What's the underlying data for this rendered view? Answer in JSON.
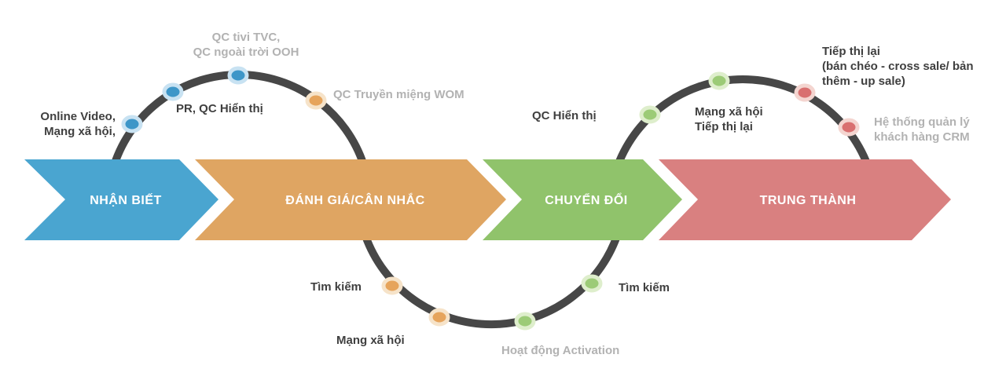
{
  "diagram": {
    "background": "#FFFFFF",
    "path_color": "#474747",
    "text_colors": {
      "dark": "#3F3F3F",
      "muted": "#B2B2B2"
    },
    "stages": [
      {
        "id": "nhan-biet",
        "label": "NHẬN BIẾT",
        "color": "#4AA5D0",
        "text_color": "#FFFFFF"
      },
      {
        "id": "danh-gia-can-nhac",
        "label": "ĐÁNH GIÁ/CÂN NHẮC",
        "color": "#DFA562",
        "text_color": "#FFFFFF"
      },
      {
        "id": "chuyen-doi",
        "label": "CHUYỂN ĐỔI",
        "color": "#90C36B",
        "text_color": "#FFFFFF"
      },
      {
        "id": "trung-thanh",
        "label": "TRUNG THÀNH",
        "color": "#D98080",
        "text_color": "#FFFFFF"
      }
    ],
    "touchpoints": [
      {
        "text": "Online Video,\nMạng xã hội,",
        "tone": "dark",
        "dot_color": "#3D96C8",
        "halo_color": "#C8E2F2"
      },
      {
        "text": "PR, QC Hiển thị",
        "tone": "dark",
        "dot_color": "#3D96C8",
        "halo_color": "#C8E2F2"
      },
      {
        "text": "QC tivi TVC,\nQC ngoài trời OOH",
        "tone": "muted",
        "dot_color": "#3D96C8",
        "halo_color": "#C8E2F2"
      },
      {
        "text": "QC Truyền miệng WOM",
        "tone": "muted",
        "dot_color": "#E6A45C",
        "halo_color": "#F6E3C9"
      },
      {
        "text": "Tìm kiếm",
        "tone": "dark",
        "dot_color": "#E6A45C",
        "halo_color": "#F6E3C9"
      },
      {
        "text": "Mạng xã hội",
        "tone": "dark",
        "dot_color": "#E6A45C",
        "halo_color": "#F6E3C9"
      },
      {
        "text": "Hoạt động Activation",
        "tone": "muted",
        "dot_color": "#9CCB77",
        "halo_color": "#DEEECC"
      },
      {
        "text": "Tìm kiếm",
        "tone": "dark",
        "dot_color": "#9CCB77",
        "halo_color": "#DEEECC"
      },
      {
        "text": "QC Hiển thị",
        "tone": "dark",
        "dot_color": "#9CCB77",
        "halo_color": "#DEEECC"
      },
      {
        "text": "Mạng xã hội\nTiếp thị lại",
        "tone": "dark",
        "dot_color": "#9CCB77",
        "halo_color": "#DEEECC"
      },
      {
        "text": "Tiếp thị lại\n(bán chéo - cross sale/ bản\nthêm - up sale)",
        "tone": "dark",
        "dot_color": "#D97070",
        "halo_color": "#F4D5D0"
      },
      {
        "text": "Hệ thống quản lý\nkhách hàng CRM",
        "tone": "muted",
        "dot_color": "#D97070",
        "halo_color": "#F4D5D0"
      }
    ]
  }
}
